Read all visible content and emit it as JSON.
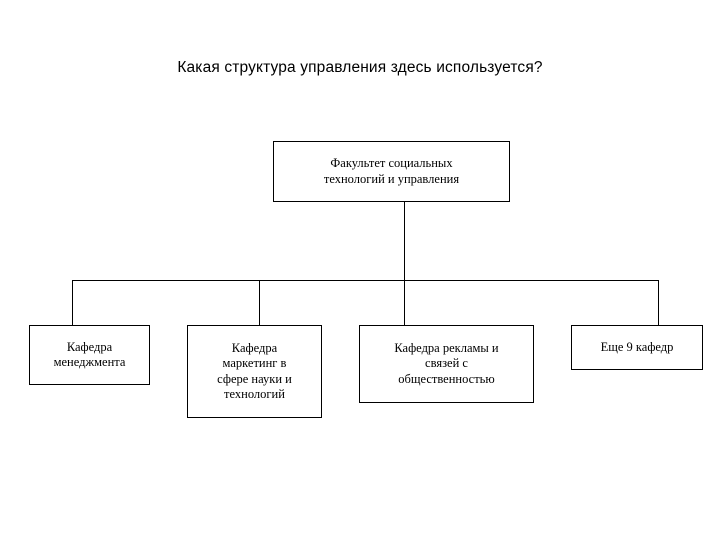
{
  "slide": {
    "background_color": "#ffffff",
    "line_color": "#000000",
    "text_color": "#000000",
    "title": "Какая структура управления здесь используется?"
  },
  "chart_data": {
    "type": "diagram",
    "diagram_kind": "organizational-chart",
    "title": "Какая структура управления здесь используется?",
    "orientation": "top-down",
    "levels": 2,
    "root": {
      "id": "root",
      "label": "Факультет социальных\nтехнологий и управления"
    },
    "children": [
      {
        "id": "leaf-0",
        "label": "Кафедра\nменеджмента"
      },
      {
        "id": "leaf-1",
        "label": "Кафедра\nмаркетинг в\nсфере науки и\nтехнологий"
      },
      {
        "id": "leaf-2",
        "label": "Кафедра рекламы и\nсвязей с\nобщественностью"
      },
      {
        "id": "leaf-3",
        "label": "Еще 9 кафедр"
      }
    ],
    "edges": [
      {
        "from": "root",
        "to": "leaf-0"
      },
      {
        "from": "root",
        "to": "leaf-1"
      },
      {
        "from": "root",
        "to": "leaf-2"
      },
      {
        "from": "root",
        "to": "leaf-3"
      }
    ]
  }
}
